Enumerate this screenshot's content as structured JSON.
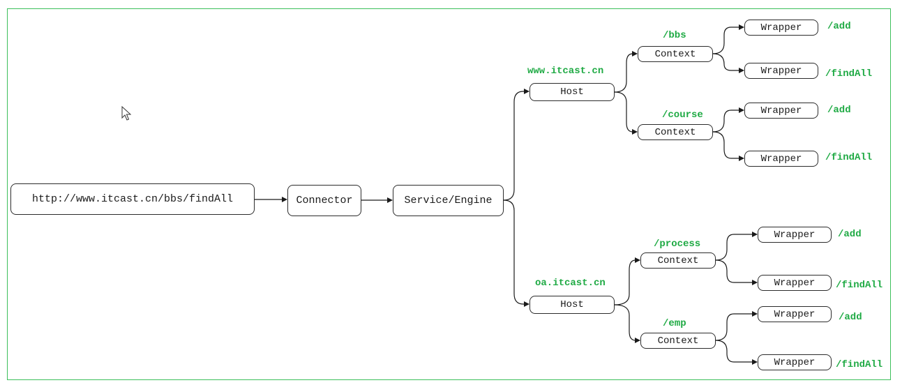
{
  "nodes": {
    "request": "http://www.itcast.cn/bbs/findAll",
    "connector": "Connector",
    "engine": "Service/Engine",
    "host": "Host",
    "context": "Context",
    "wrapper": "Wrapper"
  },
  "labels": {
    "host1": "www.itcast.cn",
    "host2": "oa.itcast.cn",
    "ctx_bbs": "/bbs",
    "ctx_course": "/course",
    "ctx_process": "/process",
    "ctx_emp": "/emp",
    "add": "/add",
    "findall": "/findAll"
  },
  "colors": {
    "accent": "#1faa44",
    "frame": "#3cbf5a",
    "line": "#1a1a1a"
  }
}
